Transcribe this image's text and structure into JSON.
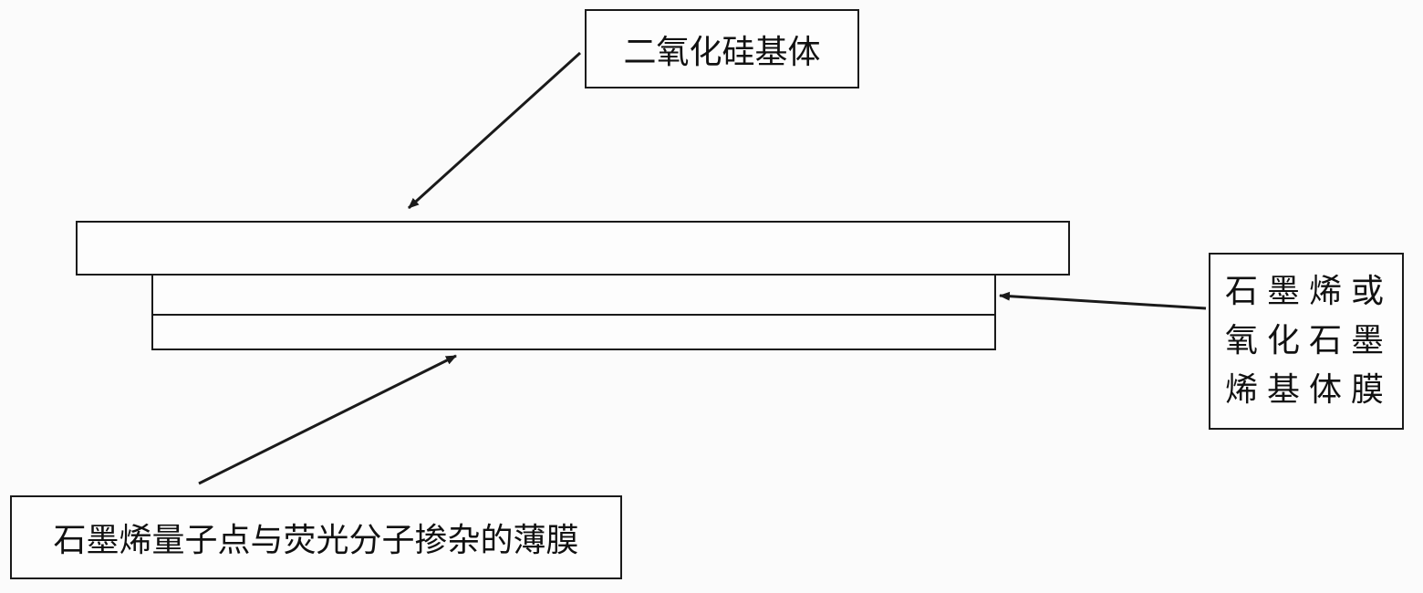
{
  "labels": {
    "substrate": "二氧化硅基体",
    "graphene_film_lines": [
      "石墨烯或",
      "氧化石墨",
      "烯基体膜"
    ],
    "doped_film": "石墨烯量子点与荧光分子掺杂的薄膜"
  },
  "colors": {
    "line": "#1a1a1a",
    "background": "#fbfbfb",
    "fill": "#fdfdfd"
  }
}
